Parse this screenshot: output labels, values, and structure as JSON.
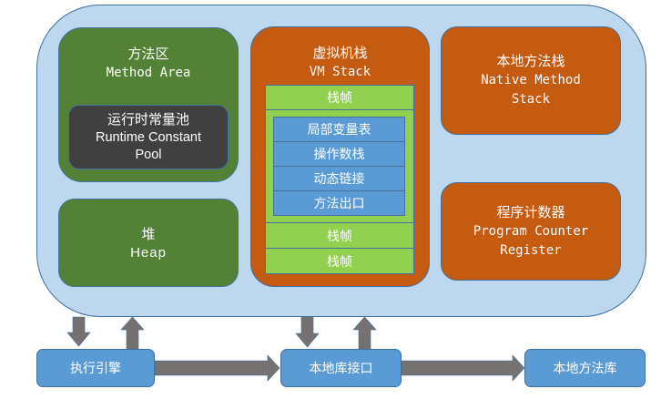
{
  "diagram": {
    "title": "JVM Runtime Data Areas",
    "runtime_area": {
      "method_area": {
        "label_cn": "方法区",
        "label_en": "Method Area",
        "runtime_constant_pool": {
          "label_cn": "运行时常量池",
          "label_en_line1": "Runtime Constant",
          "label_en_line2": "Pool"
        }
      },
      "heap": {
        "label_cn": "堆",
        "label_en": "Heap"
      },
      "vm_stack": {
        "label_cn": "虚拟机栈",
        "label_en": "VM Stack",
        "frames": [
          {
            "label": "栈帧",
            "contents": [
              "局部变量表",
              "操作数栈",
              "动态链接",
              "方法出口"
            ]
          },
          {
            "label": "栈帧"
          },
          {
            "label": "栈帧"
          }
        ]
      },
      "native_method_stack": {
        "label_cn": "本地方法栈",
        "label_en_line1": "Native Method",
        "label_en_line2": "Stack"
      },
      "program_counter": {
        "label_cn": "程序计数器",
        "label_en_line1": "Program Counter",
        "label_en_line2": "Register"
      }
    },
    "bottom_row": {
      "execution_engine": "执行引擎",
      "native_interface": "本地库接口",
      "native_libraries": "本地方法库"
    },
    "colors": {
      "outer": "#bdd7ee",
      "shared_areas": "#538135",
      "thread_areas": "#c55a11",
      "constant_pool": "#404040",
      "frame": "#92d050",
      "frame_contents": "#5b9bd5",
      "arrows": "#767171",
      "border": "#41719c"
    }
  }
}
